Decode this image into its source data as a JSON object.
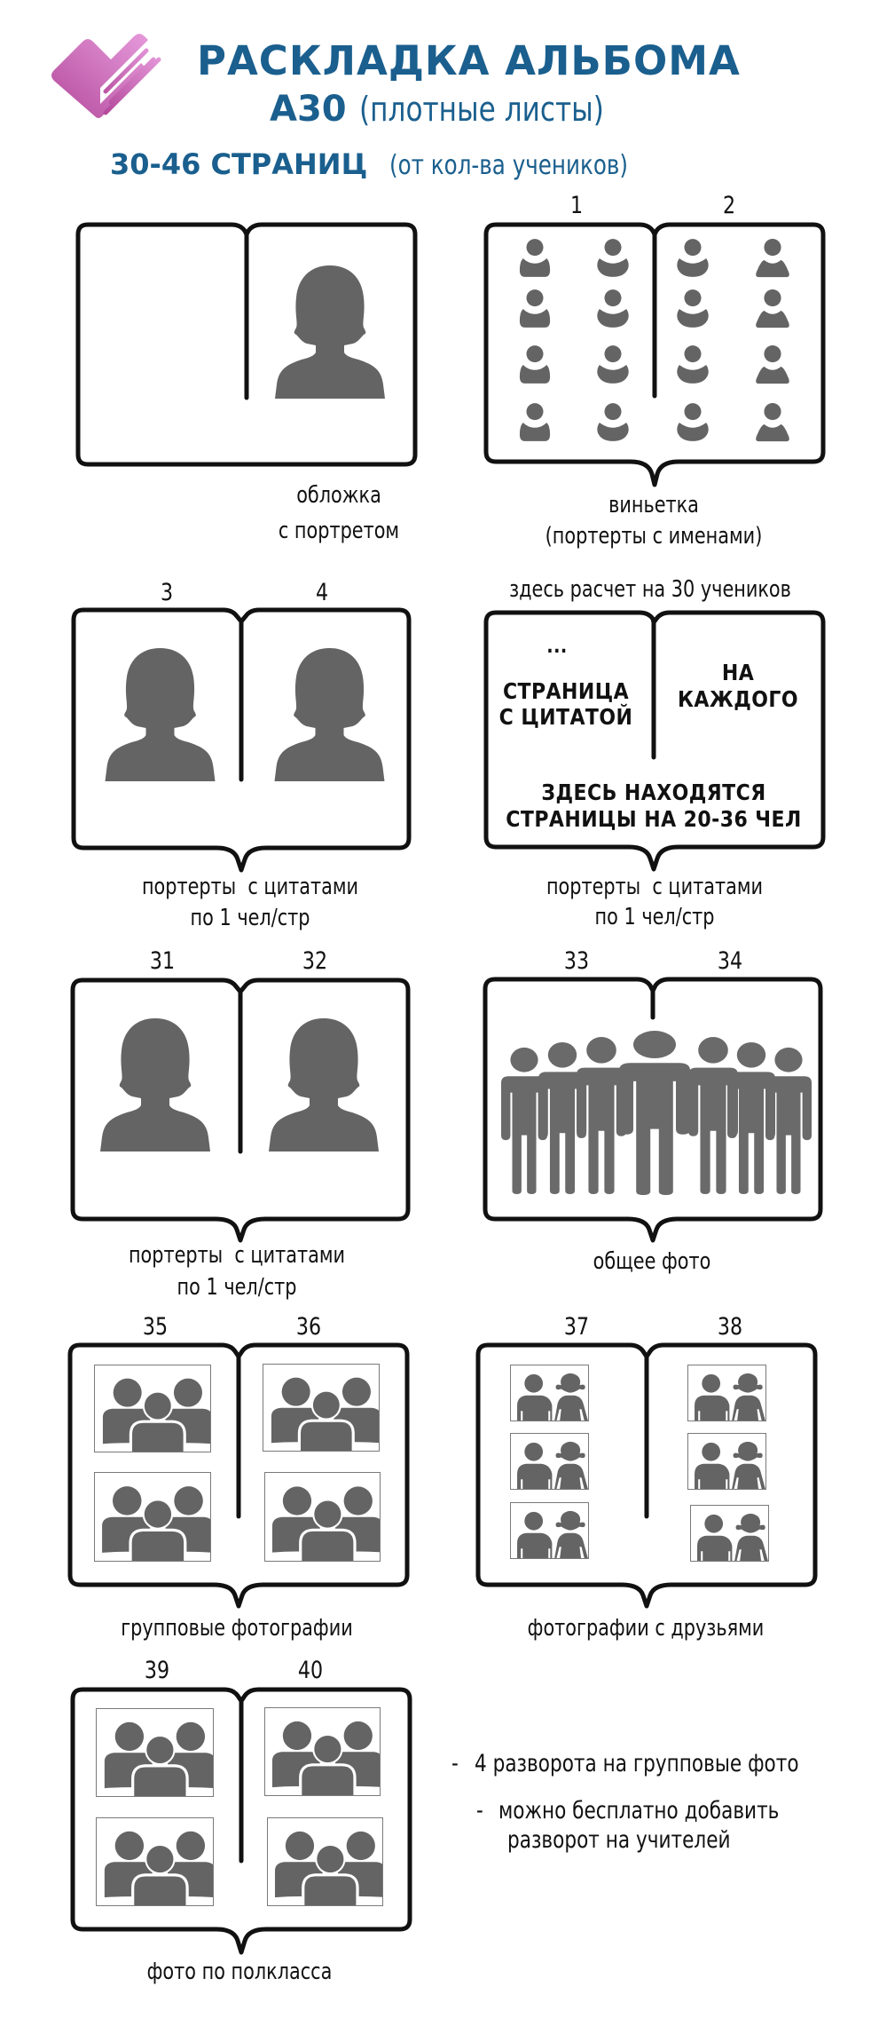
{
  "header": {
    "logo": {
      "icon": "heart-book-icon",
      "colors": [
        "#e08fd6",
        "#b8479f"
      ]
    },
    "title_line1": "РАСКЛАДКА АЛЬБОМА",
    "title_line2_bold": "A30",
    "title_line2_light": "(плотные листы)",
    "title_line3_bold": "30-46 СТРАНИЦ",
    "title_line3_light": "(от кол-ва учеников)",
    "title_color": "#1a5f8e"
  },
  "spreads": [
    {
      "id": "cover",
      "pages": [],
      "caption_lines": [
        "обложка",
        "с портретом"
      ],
      "content": "single-portrait-right"
    },
    {
      "id": "vignette",
      "pages": [
        "1",
        "2"
      ],
      "caption_lines": [
        "виньетка",
        "(портерты с именами)"
      ],
      "content": "16-user-icons"
    },
    {
      "id": "portraits-3-4",
      "pages": [
        "3",
        "4"
      ],
      "caption_lines": [
        "портерты  с цитатами",
        "по 1 чел/стр"
      ],
      "content": "two-portraits"
    },
    {
      "id": "quote-pages",
      "pages": [],
      "header_note": "здесь расчет на 30 учеников",
      "inner": {
        "ellipsis": "...",
        "left_lines": [
          "СТРАНИЦА",
          "С ЦИТАТОЙ"
        ],
        "right_lines": [
          "НА",
          "КАЖДОГО"
        ],
        "bottom_lines": [
          "ЗДЕСЬ НАХОДЯТСЯ",
          "СТРАНИЦЫ НА 20-36 ЧЕЛ"
        ]
      },
      "caption_lines": [
        "портерты  с цитатами",
        "по 1 чел/стр"
      ]
    },
    {
      "id": "portraits-31-32",
      "pages": [
        "31",
        "32"
      ],
      "caption_lines": [
        "портерты  с цитатами",
        "по 1 чел/стр"
      ],
      "content": "two-portraits"
    },
    {
      "id": "class-photo",
      "pages": [
        "33",
        "34"
      ],
      "caption_lines": [
        "общее фото"
      ],
      "content": "crowd-of-7"
    },
    {
      "id": "group-photos",
      "pages": [
        "35",
        "36"
      ],
      "caption_lines": [
        "групповые фотографии"
      ],
      "content": "4-group-frames"
    },
    {
      "id": "friends-photos",
      "pages": [
        "37",
        "38"
      ],
      "caption_lines": [
        "фотографии с друзьями"
      ],
      "content": "6-couple-frames"
    },
    {
      "id": "half-class-photos",
      "pages": [
        "39",
        "40"
      ],
      "caption_lines": [
        "фото по полкласса"
      ],
      "content": "4-group-frames"
    }
  ],
  "notes": [
    {
      "bullet": "-",
      "lines": [
        "4 разворота на групповые фото"
      ]
    },
    {
      "bullet": "-",
      "lines": [
        "можно бесплатно добавить",
        "разворот на учителей"
      ]
    }
  ],
  "colors": {
    "outline": "#111111",
    "silhouette": "#646464",
    "frame_border": "#7a7a7a"
  }
}
